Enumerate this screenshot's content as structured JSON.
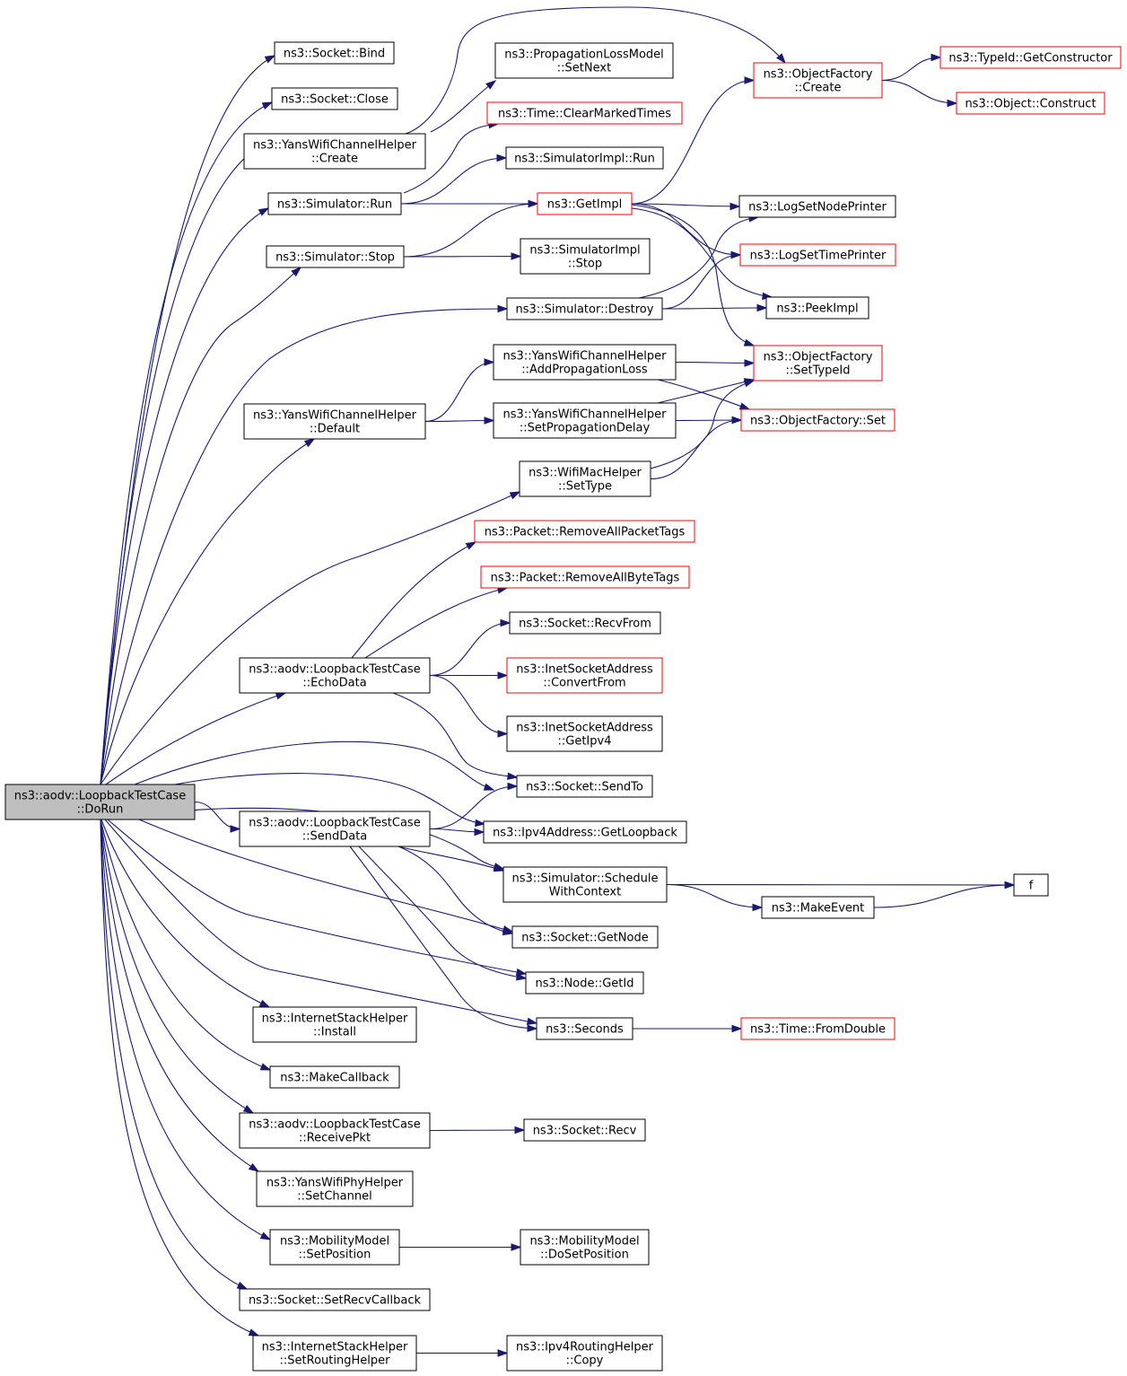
{
  "graph": {
    "type": "call-graph",
    "colors": {
      "edge": "#191970",
      "root_fill": "#bfbfbf",
      "node_border": "#000000",
      "external_border": "#ff0000"
    },
    "nodes": [
      {
        "id": "dorun",
        "lines": [
          "ns3::aodv::LoopbackTestCase",
          "::DoRun"
        ],
        "style": "root"
      },
      {
        "id": "bind",
        "lines": [
          "ns3::Socket::Bind"
        ],
        "style": "normal"
      },
      {
        "id": "close",
        "lines": [
          "ns3::Socket::Close"
        ],
        "style": "normal"
      },
      {
        "id": "ywch_create",
        "lines": [
          "ns3::YansWifiChannelHelper",
          "::Create"
        ],
        "style": "normal"
      },
      {
        "id": "sim_run",
        "lines": [
          "ns3::Simulator::Run"
        ],
        "style": "normal"
      },
      {
        "id": "sim_stop",
        "lines": [
          "ns3::Simulator::Stop"
        ],
        "style": "normal"
      },
      {
        "id": "sim_destroy",
        "lines": [
          "ns3::Simulator::Destroy"
        ],
        "style": "normal"
      },
      {
        "id": "ywch_default",
        "lines": [
          "ns3::YansWifiChannelHelper",
          "::Default"
        ],
        "style": "normal"
      },
      {
        "id": "echodata",
        "lines": [
          "ns3::aodv::LoopbackTestCase",
          "::EchoData"
        ],
        "style": "normal"
      },
      {
        "id": "senddata",
        "lines": [
          "ns3::aodv::LoopbackTestCase",
          "::SendData"
        ],
        "style": "normal"
      },
      {
        "id": "ish_install",
        "lines": [
          "ns3::InternetStackHelper",
          "::Install"
        ],
        "style": "normal"
      },
      {
        "id": "makecallback",
        "lines": [
          "ns3::MakeCallback"
        ],
        "style": "normal"
      },
      {
        "id": "receivepkt",
        "lines": [
          "ns3::aodv::LoopbackTestCase",
          "::ReceivePkt"
        ],
        "style": "normal"
      },
      {
        "id": "ywph_setchannel",
        "lines": [
          "ns3::YansWifiPhyHelper",
          "::SetChannel"
        ],
        "style": "normal"
      },
      {
        "id": "mm_setposition",
        "lines": [
          "ns3::MobilityModel",
          "::SetPosition"
        ],
        "style": "normal"
      },
      {
        "id": "setrecvcallback",
        "lines": [
          "ns3::Socket::SetRecvCallback"
        ],
        "style": "normal"
      },
      {
        "id": "ish_setrouting",
        "lines": [
          "ns3::InternetStackHelper",
          "::SetRoutingHelper"
        ],
        "style": "normal"
      },
      {
        "id": "plm_setnext",
        "lines": [
          "ns3::PropagationLossModel",
          "::SetNext"
        ],
        "style": "normal"
      },
      {
        "id": "clearmarked",
        "lines": [
          "ns3::Time::ClearMarkedTimes"
        ],
        "style": "external"
      },
      {
        "id": "simimpl_run",
        "lines": [
          "ns3::SimulatorImpl::Run"
        ],
        "style": "normal"
      },
      {
        "id": "getimpl",
        "lines": [
          "ns3::GetImpl"
        ],
        "style": "external"
      },
      {
        "id": "simimpl_stop",
        "lines": [
          "ns3::SimulatorImpl",
          "::Stop"
        ],
        "style": "normal"
      },
      {
        "id": "ywch_addloss",
        "lines": [
          "ns3::YansWifiChannelHelper",
          "::AddPropagationLoss"
        ],
        "style": "normal"
      },
      {
        "id": "ywch_setdelay",
        "lines": [
          "ns3::YansWifiChannelHelper",
          "::SetPropagationDelay"
        ],
        "style": "normal"
      },
      {
        "id": "wmh_settype",
        "lines": [
          "ns3::WifiMacHelper",
          "::SetType"
        ],
        "style": "normal"
      },
      {
        "id": "rm_packettags",
        "lines": [
          "ns3::Packet::RemoveAllPacketTags"
        ],
        "style": "external"
      },
      {
        "id": "rm_bytetags",
        "lines": [
          "ns3::Packet::RemoveAllByteTags"
        ],
        "style": "external"
      },
      {
        "id": "recvfrom",
        "lines": [
          "ns3::Socket::RecvFrom"
        ],
        "style": "normal"
      },
      {
        "id": "isa_convert",
        "lines": [
          "ns3::InetSocketAddress",
          "::ConvertFrom"
        ],
        "style": "external"
      },
      {
        "id": "isa_getipv4",
        "lines": [
          "ns3::InetSocketAddress",
          "::GetIpv4"
        ],
        "style": "normal"
      },
      {
        "id": "sendto",
        "lines": [
          "ns3::Socket::SendTo"
        ],
        "style": "normal"
      },
      {
        "id": "getloopback",
        "lines": [
          "ns3::Ipv4Address::GetLoopback"
        ],
        "style": "normal"
      },
      {
        "id": "schedctx",
        "lines": [
          "ns3::Simulator::Schedule",
          "WithContext"
        ],
        "style": "normal"
      },
      {
        "id": "getnode",
        "lines": [
          "ns3::Socket::GetNode"
        ],
        "style": "normal"
      },
      {
        "id": "node_getid",
        "lines": [
          "ns3::Node::GetId"
        ],
        "style": "normal"
      },
      {
        "id": "seconds",
        "lines": [
          "ns3::Seconds"
        ],
        "style": "normal"
      },
      {
        "id": "socket_recv",
        "lines": [
          "ns3::Socket::Recv"
        ],
        "style": "normal"
      },
      {
        "id": "mm_dosetposition",
        "lines": [
          "ns3::MobilityModel",
          "::DoSetPosition"
        ],
        "style": "normal"
      },
      {
        "id": "ipv4rh_copy",
        "lines": [
          "ns3::Ipv4RoutingHelper",
          "::Copy"
        ],
        "style": "normal"
      },
      {
        "id": "of_create",
        "lines": [
          "ns3::ObjectFactory",
          "::Create"
        ],
        "style": "external"
      },
      {
        "id": "lognodeprinter",
        "lines": [
          "ns3::LogSetNodePrinter"
        ],
        "style": "normal"
      },
      {
        "id": "logtimeprinter",
        "lines": [
          "ns3::LogSetTimePrinter"
        ],
        "style": "external"
      },
      {
        "id": "peekimpl",
        "lines": [
          "ns3::PeekImpl"
        ],
        "style": "normal"
      },
      {
        "id": "of_settypeid",
        "lines": [
          "ns3::ObjectFactory",
          "::SetTypeId"
        ],
        "style": "external"
      },
      {
        "id": "of_set",
        "lines": [
          "ns3::ObjectFactory::Set"
        ],
        "style": "external"
      },
      {
        "id": "makeevent",
        "lines": [
          "ns3::MakeEvent"
        ],
        "style": "normal"
      },
      {
        "id": "time_fromdouble",
        "lines": [
          "ns3::Time::FromDouble"
        ],
        "style": "external"
      },
      {
        "id": "f",
        "lines": [
          "f"
        ],
        "style": "normal"
      },
      {
        "id": "typeid_getctor",
        "lines": [
          "ns3::TypeId::GetConstructor"
        ],
        "style": "external"
      },
      {
        "id": "object_construct",
        "lines": [
          "ns3::Object::Construct"
        ],
        "style": "external"
      }
    ],
    "edges": [
      [
        "dorun",
        "bind"
      ],
      [
        "dorun",
        "close"
      ],
      [
        "dorun",
        "ywch_create"
      ],
      [
        "dorun",
        "sim_run"
      ],
      [
        "dorun",
        "sim_stop"
      ],
      [
        "dorun",
        "sim_destroy"
      ],
      [
        "dorun",
        "ywch_default"
      ],
      [
        "dorun",
        "wmh_settype"
      ],
      [
        "dorun",
        "echodata"
      ],
      [
        "dorun",
        "sendto"
      ],
      [
        "dorun",
        "getloopback"
      ],
      [
        "dorun",
        "senddata"
      ],
      [
        "dorun",
        "schedctx"
      ],
      [
        "dorun",
        "getnode"
      ],
      [
        "dorun",
        "node_getid"
      ],
      [
        "dorun",
        "seconds"
      ],
      [
        "dorun",
        "ish_install"
      ],
      [
        "dorun",
        "makecallback"
      ],
      [
        "dorun",
        "receivepkt"
      ],
      [
        "dorun",
        "ywph_setchannel"
      ],
      [
        "dorun",
        "mm_setposition"
      ],
      [
        "dorun",
        "setrecvcallback"
      ],
      [
        "dorun",
        "ish_setrouting"
      ],
      [
        "ywch_create",
        "plm_setnext"
      ],
      [
        "ywch_create",
        "of_create"
      ],
      [
        "sim_run",
        "clearmarked"
      ],
      [
        "sim_run",
        "simimpl_run"
      ],
      [
        "sim_run",
        "getimpl"
      ],
      [
        "sim_stop",
        "getimpl"
      ],
      [
        "sim_stop",
        "simimpl_stop"
      ],
      [
        "sim_destroy",
        "lognodeprinter"
      ],
      [
        "sim_destroy",
        "logtimeprinter"
      ],
      [
        "sim_destroy",
        "peekimpl"
      ],
      [
        "ywch_default",
        "ywch_addloss"
      ],
      [
        "ywch_default",
        "ywch_setdelay"
      ],
      [
        "echodata",
        "rm_packettags"
      ],
      [
        "echodata",
        "rm_bytetags"
      ],
      [
        "echodata",
        "recvfrom"
      ],
      [
        "echodata",
        "isa_convert"
      ],
      [
        "echodata",
        "isa_getipv4"
      ],
      [
        "echodata",
        "sendto"
      ],
      [
        "senddata",
        "sendto"
      ],
      [
        "senddata",
        "getloopback"
      ],
      [
        "senddata",
        "schedctx"
      ],
      [
        "senddata",
        "getnode"
      ],
      [
        "senddata",
        "node_getid"
      ],
      [
        "senddata",
        "seconds"
      ],
      [
        "getimpl",
        "of_create"
      ],
      [
        "getimpl",
        "lognodeprinter"
      ],
      [
        "getimpl",
        "logtimeprinter"
      ],
      [
        "getimpl",
        "peekimpl"
      ],
      [
        "getimpl",
        "of_settypeid"
      ],
      [
        "of_create",
        "typeid_getctor"
      ],
      [
        "of_create",
        "object_construct"
      ],
      [
        "ywch_addloss",
        "of_settypeid"
      ],
      [
        "ywch_addloss",
        "of_set"
      ],
      [
        "ywch_setdelay",
        "of_settypeid"
      ],
      [
        "ywch_setdelay",
        "of_set"
      ],
      [
        "wmh_settype",
        "of_settypeid"
      ],
      [
        "wmh_settype",
        "of_set"
      ],
      [
        "schedctx",
        "f"
      ],
      [
        "schedctx",
        "makeevent"
      ],
      [
        "makeevent",
        "f"
      ],
      [
        "seconds",
        "time_fromdouble"
      ],
      [
        "receivepkt",
        "socket_recv"
      ],
      [
        "mm_setposition",
        "mm_dosetposition"
      ],
      [
        "ish_setrouting",
        "ipv4rh_copy"
      ]
    ]
  }
}
